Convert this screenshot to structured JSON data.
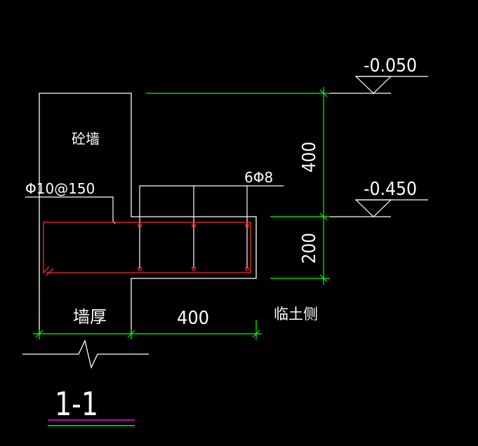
{
  "drawing": {
    "section_title": "1-1",
    "labels": {
      "concrete_wall": "砼墙",
      "stirrup_spec": "Φ10@150",
      "longitudinal_bars": "6Φ8",
      "wall_thickness": "墙厚",
      "soil_side": "临土侧"
    },
    "dimensions": {
      "beam_width": "400",
      "upper_height": "400",
      "beam_height": "200"
    },
    "elevations": {
      "top": "-0.050",
      "beam_top": "-0.450"
    },
    "colors": {
      "background": "#000000",
      "outline": "#ffffff",
      "dimension": "#00ff00",
      "rebar": "#ff2a2a",
      "title_underline_top": "#ff00ff",
      "title_underline_bottom": "#00ff00"
    }
  }
}
